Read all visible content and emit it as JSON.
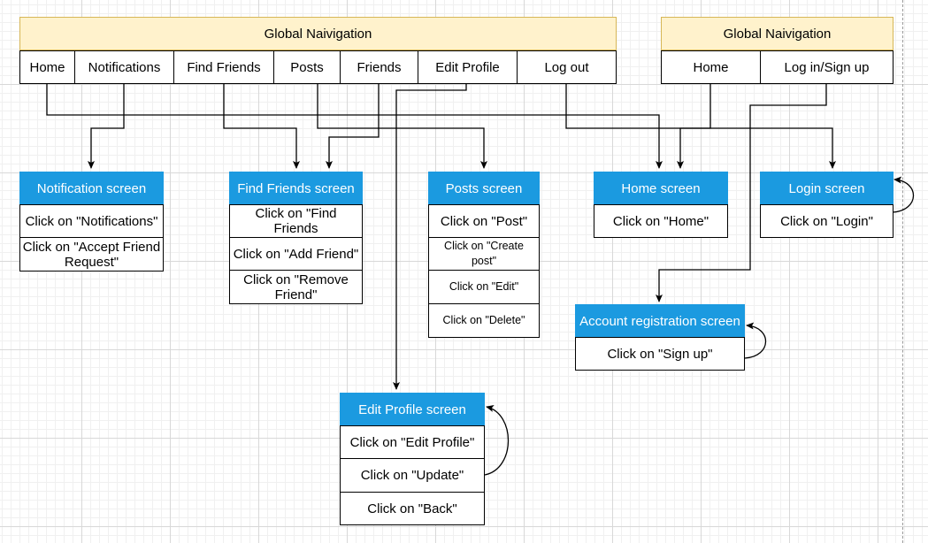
{
  "nav_main": {
    "title": "Global Naivigation",
    "items": [
      "Home",
      "Notifications",
      "Find Friends",
      "Posts",
      "Friends",
      "Edit Profile",
      "Log out"
    ]
  },
  "nav_guest": {
    "title": "Global Naivigation",
    "items": [
      "Home",
      "Log in/Sign up"
    ]
  },
  "screens": {
    "notification": {
      "title": "Notification screen",
      "rows": [
        "Click on \"Notifications\"",
        "Click on \"Accept Friend Request\""
      ]
    },
    "find_friends": {
      "title": "Find Friends screen",
      "rows": [
        "Click on \"Find Friends",
        "Click on \"Add Friend\"",
        "Click on \"Remove Friend\""
      ]
    },
    "posts": {
      "title": "Posts screen",
      "rows": [
        "Click on \"Post\"",
        "Click on \"Create post\"",
        "Click on \"Edit\"",
        "Click on \"Delete\""
      ]
    },
    "home": {
      "title": "Home screen",
      "rows": [
        "Click on \"Home\""
      ]
    },
    "login": {
      "title": "Login screen",
      "rows": [
        "Click on \"Login\""
      ]
    },
    "registration": {
      "title": "Account registration screen",
      "rows": [
        "Click on \"Sign up\""
      ]
    },
    "edit_profile": {
      "title": "Edit Profile screen",
      "rows": [
        "Click on \"Edit Profile\"",
        "Click on \"Update\"",
        "Click on \"Back\""
      ]
    }
  }
}
